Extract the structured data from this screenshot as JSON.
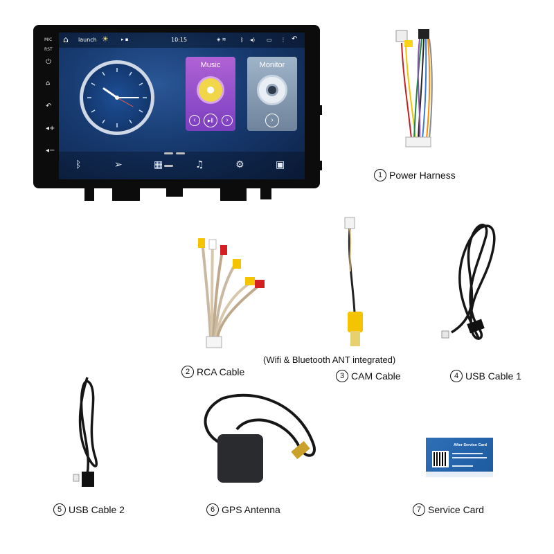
{
  "device": {
    "side_labels": [
      "MIC",
      "RST"
    ],
    "status": {
      "app": "launch",
      "time": "10:15"
    },
    "cards": [
      {
        "title": "Music"
      },
      {
        "title": "Monitor"
      }
    ],
    "dock_icons": [
      "bluetooth-icon",
      "navigation-icon",
      "apps-grid-icon",
      "music-note-icon",
      "settings-icon",
      "radio-icon"
    ]
  },
  "accessories": [
    {
      "number": "1",
      "name": "Power Harness"
    },
    {
      "number": "2",
      "name": "RCA Cable"
    },
    {
      "number": "3",
      "name": "CAM Cable"
    },
    {
      "number": "4",
      "name": "USB Cable 1"
    },
    {
      "number": "5",
      "name": "USB Cable 2"
    },
    {
      "number": "6",
      "name": "GPS Antenna"
    },
    {
      "number": "7",
      "name": "Service Card"
    }
  ],
  "cam_note": "(Wifi & Bluetooth ANT integrated)",
  "service_card": {
    "title": "After Service Card"
  }
}
